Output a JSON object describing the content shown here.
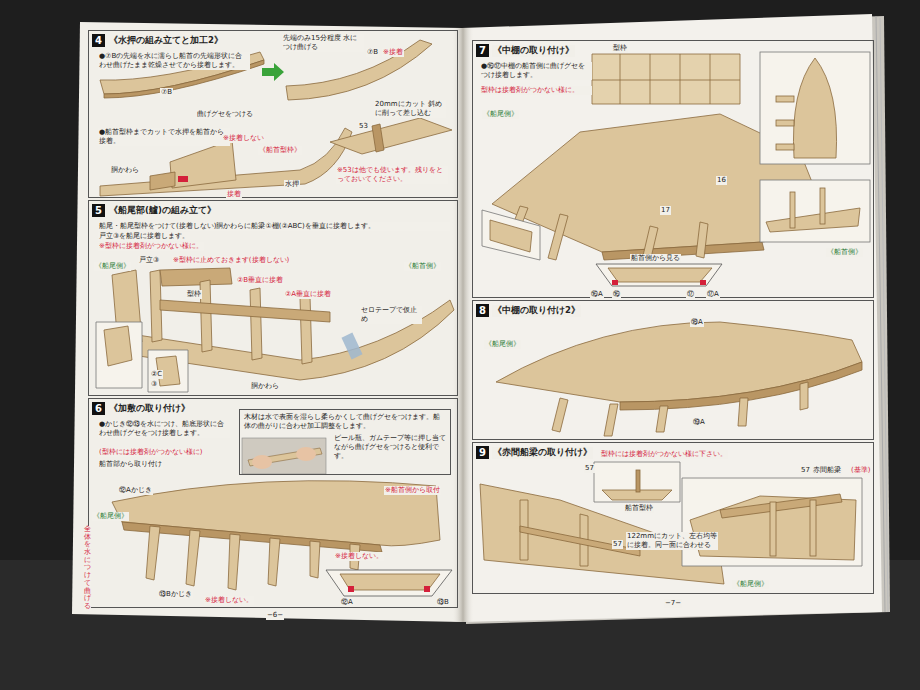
{
  "diagram": {
    "nodes": [
      {
        "text": [
          "4",
          "《水押の組み立てと加工2》"
        ]
      },
      {
        "text": [
          "5",
          "《船尾部(艫)の組み立て》"
        ]
      },
      {
        "text": [
          "6",
          "《加敷の取り付け》"
        ]
      },
      {
        "text": [
          "木材は水で表面を湿らし柔らかくして曲げグセをつけます。船体の曲がりに合わせ加工調整をします。",
          "ビール瓶、ガムテープ等に押し当てながら曲げグセをつけると便利です。"
        ],
        "in": 2
      },
      {
        "text": [
          "7",
          "《中棚の取り付け》"
        ]
      },
      {
        "text": [
          "8",
          "《中棚の取り付け2》"
        ]
      },
      {
        "text": [
          "9",
          "《赤間船梁の取り付け》"
        ]
      }
    ],
    "edges": [],
    "labels": [
      "●⑦Bの先端を水に濡らし船首の先端形状に合わせ曲げたまま乾燥させてから接着します。",
      "先端のみ15分程度 水につけ曲げる",
      "⑦B",
      "曲げグセをつける",
      "⑦B",
      "※接着",
      "●船首型枠までカットで水押を船首から接着。",
      "※接着しない",
      "《船首型枠》",
      "胴かわら",
      "水押",
      "接着",
      "20mmにカット 斜めに削って差し込む",
      "53",
      "※53は他でも使います。残りをとっておいてください。",
      "船尾・船尾型枠をつけて(接着しない)胴かわらに船梁①棚(②ABC)を垂直に接着します。",
      "戸立③を船尾に接着します。",
      "※型枠に接着剤がつかない様に。",
      "《船尾側》",
      "戸立③",
      "※型枠に止めておきます(接着しない)",
      "型枠",
      "②B垂直に接着",
      "②A垂直に接着",
      "《船首側》",
      "セロテープで仮止め",
      "②C",
      "③",
      "胴かわら",
      "●かじき⑫⑬を水につけ、船底形状に合わせ曲げグセをつけ接着します。",
      "(型枠には接着剤がつかない様に)",
      "船首部から取り付け",
      "⑫Aかじき",
      "※船首側から取付",
      "《船尾側》",
      "全体を水につけて曲げる",
      "⑬Bかじき",
      "※接着しない。",
      "※接着しない。",
      "⑫A",
      "⑬B",
      "−6−",
      "●⑯⑰中棚の船首側に曲げグセをつけ接着します。",
      "型枠は接着剤がつかない様に。",
      "《船尾側》",
      "型枠",
      "16",
      "17",
      "船首側から見る",
      "⑯A",
      "⑯",
      "⑰",
      "⑰A",
      "《船首側》",
      "⑱A",
      "⑲A",
      "《船尾側》",
      "型枠には接着剤がつかない様に下さい。",
      "57",
      "船首型枠",
      "57",
      "赤間船梁",
      "(基準)",
      "57",
      "122mmにカット、左右均等に接着。同一面に合わせる",
      "《船尾側》",
      "−7−"
    ]
  }
}
